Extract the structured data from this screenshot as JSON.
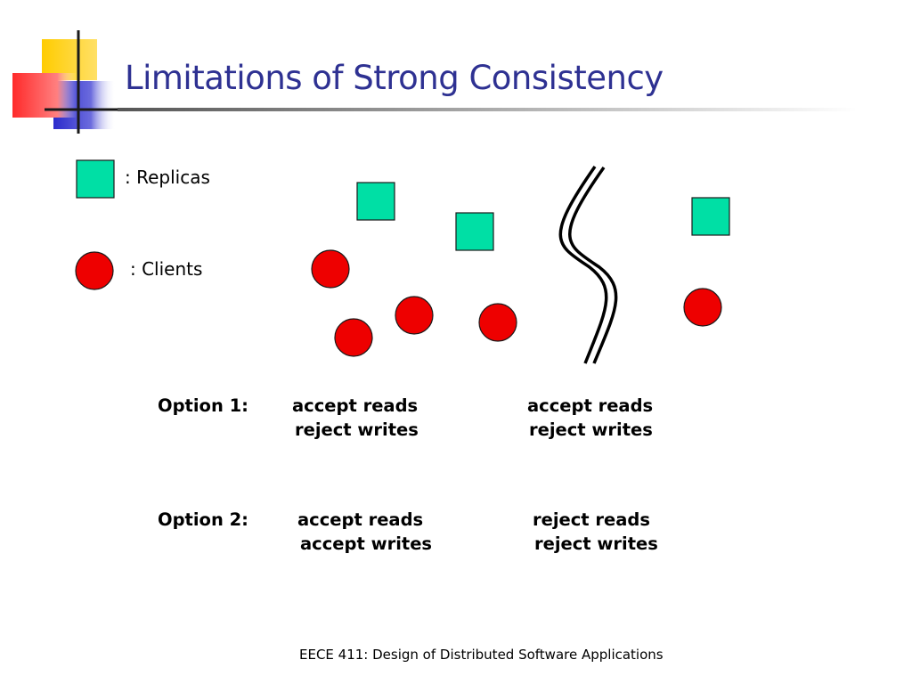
{
  "slide": {
    "title": "Limitations of Strong Consistency",
    "footer": "EECE 411: Design of Distributed Software Applications"
  },
  "legend": {
    "replicas_label": ": Replicas",
    "clients_label": ": Clients"
  },
  "options": [
    {
      "label": "Option 1:",
      "left_partition": {
        "reads": "accept reads",
        "writes": "reject writes"
      },
      "right_partition": {
        "reads": "accept reads",
        "writes": "reject writes"
      }
    },
    {
      "label": "Option 2:",
      "left_partition": {
        "reads": "accept reads",
        "writes": "accept writes"
      },
      "right_partition": {
        "reads": "reject reads",
        "writes": "reject writes"
      }
    }
  ],
  "colors": {
    "title": "#2e3192",
    "replica_fill": "#00dfa5",
    "client_fill": "#ee0000",
    "logo_yellow": "#ffcc00",
    "logo_red": "#ff3333",
    "logo_blue": "#3333cc"
  }
}
